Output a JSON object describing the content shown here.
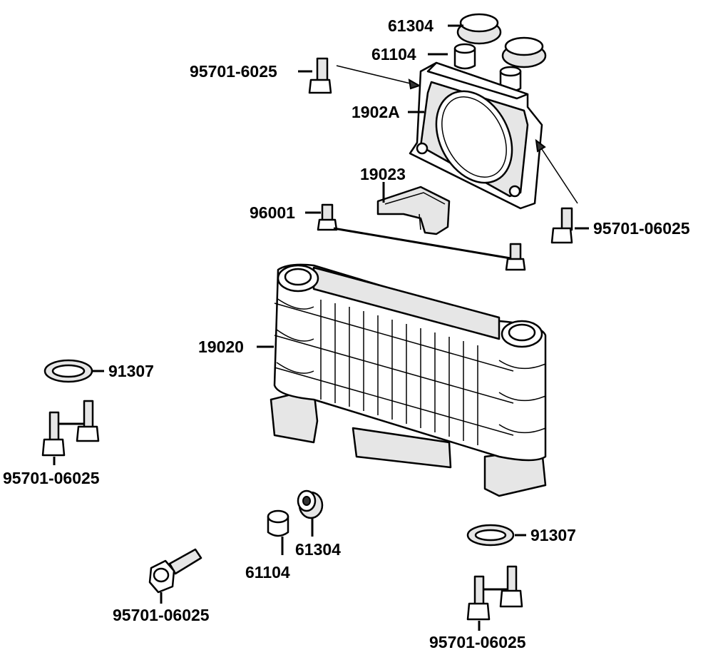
{
  "labels": {
    "p61304_top": "61304",
    "p61104_top": "61104",
    "p95701_6025": "95701-6025",
    "p1902A": "1902A",
    "p19023": "19023",
    "p96001": "96001",
    "p95701_right": "95701-06025",
    "p19020": "19020",
    "p91307_left": "91307",
    "p95701_left": "95701-06025",
    "p61304_bottom": "61304",
    "p61104_bottom": "61104",
    "p95701_bottom_left": "95701-06025",
    "p91307_right": "91307",
    "p95701_bottom_right": "95701-06025"
  }
}
